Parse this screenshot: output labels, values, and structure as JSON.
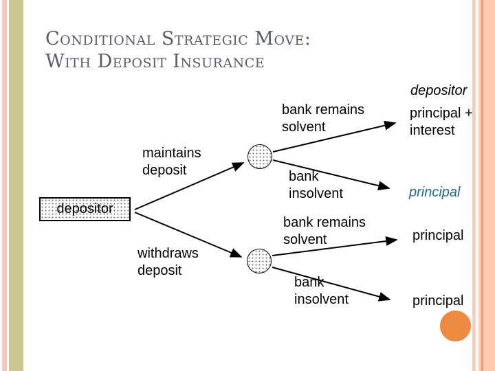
{
  "title": {
    "line1": "Conditional Strategic Move:",
    "line2": "With Deposit Insurance"
  },
  "tree": {
    "root": "depositor",
    "action_maintains": {
      "line1": "maintains",
      "line2": "deposit"
    },
    "action_withdraws": {
      "line1": "withdraws",
      "line2": "deposit"
    },
    "event_top_solvent": {
      "line1": "bank remains",
      "line2": "solvent"
    },
    "event_top_insolvent": {
      "line1": "bank",
      "line2": "insolvent"
    },
    "event_bottom_solvent": {
      "line1": "bank remains",
      "line2": "solvent"
    },
    "event_bottom_insolvent": {
      "line1": "bank",
      "line2": "insolvent"
    }
  },
  "outcomes": {
    "header": "depositor",
    "maintain_solvent": {
      "line1": "principal +",
      "line2": "interest"
    },
    "maintain_insolvent": "principal",
    "withdraw_solvent": "principal",
    "withdraw_insolvent": "principal"
  },
  "colors": {
    "title": "#575E66",
    "label": "#000000",
    "outcome_highlight": "#1F6A8D",
    "accent_circle": "#EE8A3F",
    "stripe_left_pink": "#F6C9BA",
    "stripe_left_olive": "#CCC693",
    "stripe_right_pale": "#F8CFBD",
    "stripe_right_band": "#FCCAAE",
    "stripe_right_line": "#EC9E6E"
  }
}
